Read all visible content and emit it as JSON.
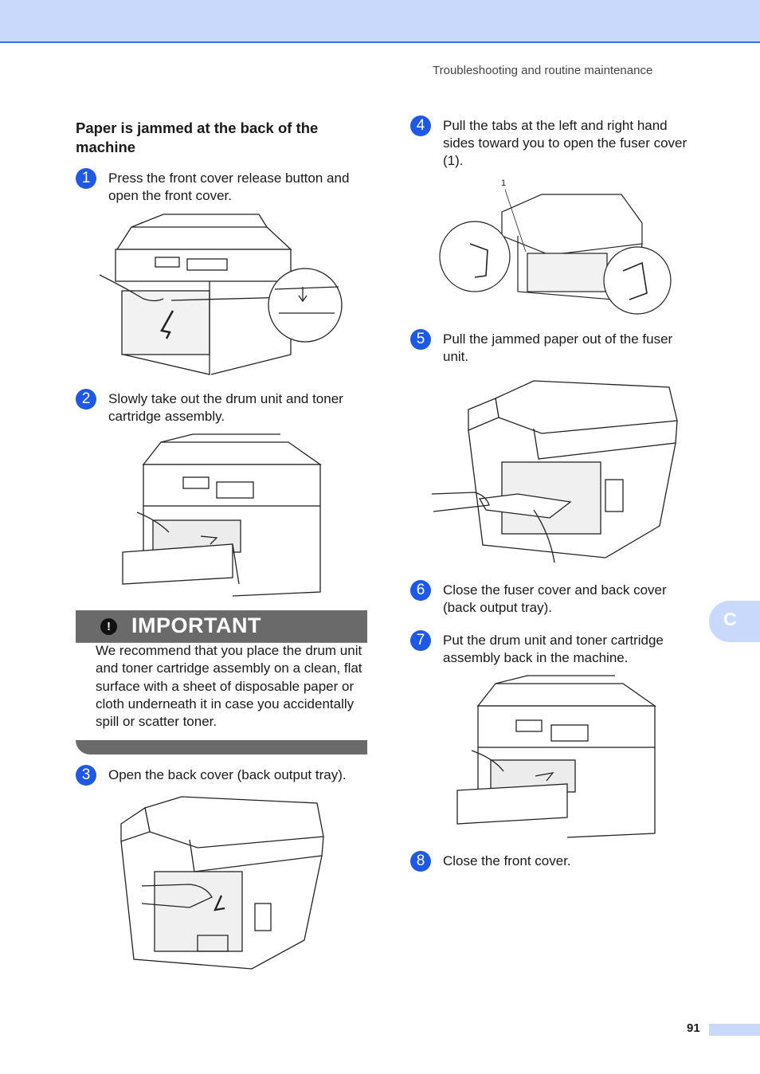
{
  "header": {
    "title": "Troubleshooting and routine maintenance"
  },
  "section": {
    "title": "Paper is jammed at the back of the machine"
  },
  "steps": [
    {
      "num": "1",
      "text": "Press the front cover release button and open the front cover."
    },
    {
      "num": "2",
      "text": "Slowly take out the drum unit and toner cartridge assembly."
    },
    {
      "num": "3",
      "text": "Open the back cover (back output tray)."
    },
    {
      "num": "4",
      "text": "Pull the tabs at the left and right hand sides toward you to open the fuser cover (1)."
    },
    {
      "num": "5",
      "text": "Pull the jammed paper out of the fuser unit."
    },
    {
      "num": "6",
      "text": "Close the fuser cover and back cover (back output tray)."
    },
    {
      "num": "7",
      "text": "Put the drum unit and toner cartridge assembly back in the machine."
    },
    {
      "num": "8",
      "text": "Close the front cover."
    }
  ],
  "important": {
    "label": "IMPORTANT",
    "icon": "!",
    "text": "We recommend that you place the drum unit and toner cartridge assembly on a clean, flat surface with a sheet of disposable paper or cloth underneath it in case you accidentally spill or scatter toner."
  },
  "callout_label": "1",
  "side_tab": "C",
  "page_number": "91",
  "colors": {
    "accent": "#1e59e6",
    "tab_bg": "#c9d9fb",
    "important_bg": "#6a6a6a"
  }
}
